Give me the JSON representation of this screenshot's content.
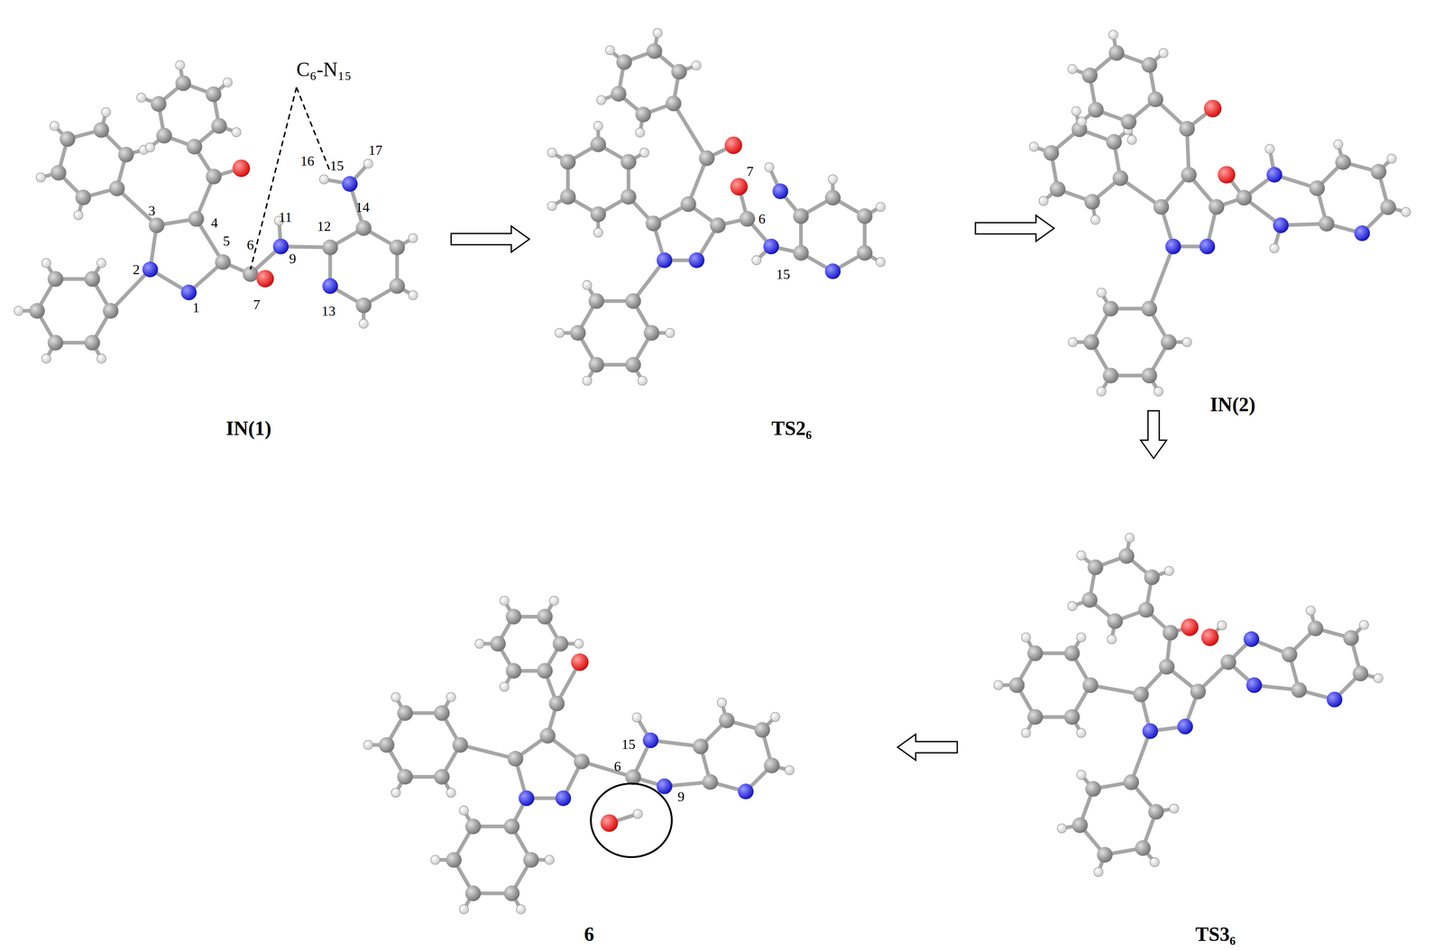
{
  "diagram": {
    "nodes": [
      {
        "text": [
          "IN(1)"
        ]
      },
      {
        "text": [
          "TS2₆"
        ]
      },
      {
        "text": [
          "IN(2)"
        ]
      },
      {
        "text": [
          "TS3₆"
        ]
      },
      {
        "text": [
          "6"
        ]
      }
    ],
    "edges": [
      {
        "from": 0,
        "to": 1,
        "arrow": "to"
      },
      {
        "from": 1,
        "to": 2,
        "arrow": "to"
      },
      {
        "from": 2,
        "to": 3,
        "arrow": "to"
      },
      {
        "from": 3,
        "to": 4,
        "arrow": "to"
      }
    ],
    "labels": [
      "C₆-N₁₅",
      "1",
      "2",
      "3",
      "4",
      "5",
      "6",
      "7",
      "9",
      "11",
      "12",
      "13",
      "14",
      "15",
      "16",
      "17",
      "7",
      "6",
      "15",
      "15",
      "6",
      "9"
    ]
  }
}
